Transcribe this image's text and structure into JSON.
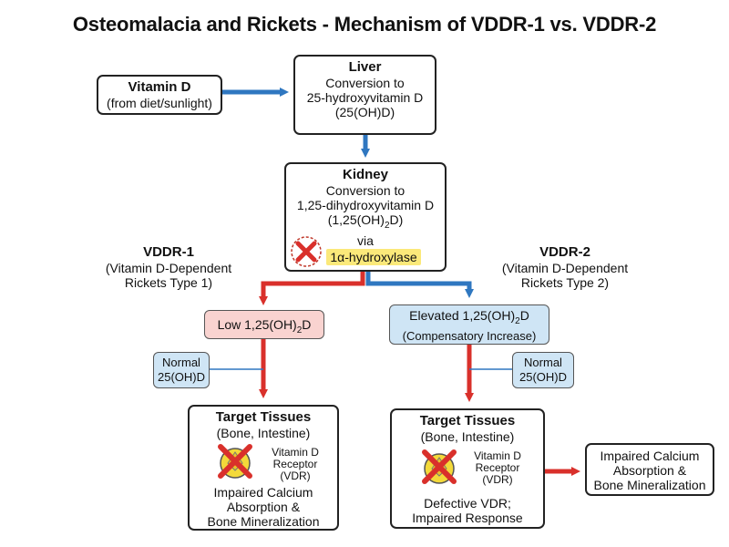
{
  "title": "Osteomalacia and Rickets - Mechanism of VDDR-1 vs. VDDR-2",
  "vitamin_d": {
    "heading": "Vitamin D",
    "line1": "(from diet/sunlight)"
  },
  "liver": {
    "heading": "Liver",
    "line1": "Conversion to",
    "line2": "25-hydroxyvitamin D",
    "line3": "(25(OH)D)"
  },
  "kidney": {
    "heading": "Kidney",
    "line1": "Conversion to",
    "line2": "1,25-dihydroxyvitamin D",
    "line3_pre": "(1,25(OH)",
    "line3_sub": "2",
    "line3_post": "D)",
    "line4": "via",
    "enzyme": "1α-hydroxylase"
  },
  "vddr1": {
    "heading": "VDDR-1",
    "line1": "(Vitamin D-Dependent",
    "line2": "Rickets Type 1)",
    "level_pre": "Low 1,25(OH)",
    "level_sub": "2",
    "level_post": "D",
    "normal_line1": "Normal",
    "normal_line2": "25(OH)D",
    "target_heading": "Target Tissues",
    "target_line1": "(Bone, Intestine)",
    "receptor_line1": "Vitamin D",
    "receptor_line2": "Receptor",
    "receptor_line3": "(VDR)",
    "result_line1": "Impaired Calcium",
    "result_line2": "Absorption &",
    "result_line3": "Bone Mineralization"
  },
  "vddr2": {
    "heading": "VDDR-2",
    "line1": "(Vitamin D-Dependent",
    "line2": "Rickets Type 2)",
    "level_pre": "Elevated 1,25(OH)",
    "level_sub": "2",
    "level_post": "D",
    "level_line2": "(Compensatory Increase)",
    "normal_line1": "Normal",
    "normal_line2": "25(OH)D",
    "target_heading": "Target Tissues",
    "target_line1": "(Bone, Intestine)",
    "receptor_line1": "Vitamin D",
    "receptor_line2": "Receptor",
    "receptor_line3": "(VDR)",
    "result_line1": "Defective VDR;",
    "result_line2": "Impaired Response",
    "outcome_line1": "Impaired Calcium",
    "outcome_line2": "Absorption &",
    "outcome_line3": "Bone Mineralization"
  },
  "colors": {
    "blue_arrow": "#2f77c0",
    "red_arrow": "#d9302b",
    "pink_fill": "#f9d3d0",
    "blue_fill": "#cfe5f5",
    "enzyme_fill": "#fbe97a"
  },
  "icons": [
    "x-mark-icon",
    "receptor-icon"
  ]
}
